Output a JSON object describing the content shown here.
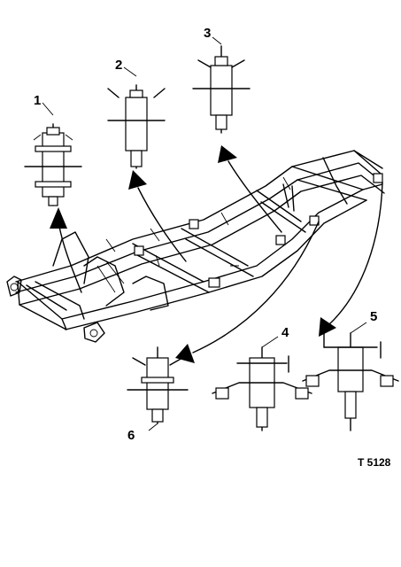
{
  "diagram": {
    "callouts": [
      {
        "id": "1",
        "label": "1"
      },
      {
        "id": "2",
        "label": "2"
      },
      {
        "id": "3",
        "label": "3"
      },
      {
        "id": "4",
        "label": "4"
      },
      {
        "id": "5",
        "label": "5"
      },
      {
        "id": "6",
        "label": "6"
      }
    ],
    "reference_code": "T 5128"
  }
}
